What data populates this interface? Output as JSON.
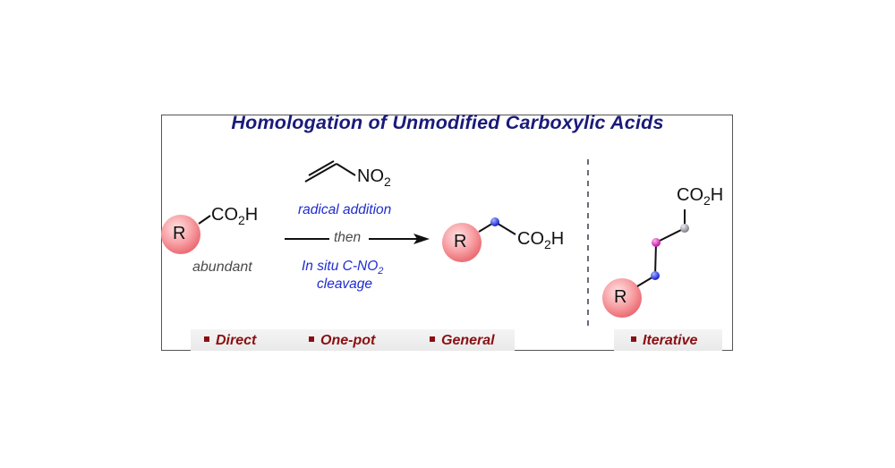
{
  "title": "Homologation of Unmodified Carboxylic Acids",
  "starting_material": {
    "r_label": "R",
    "group": "CO",
    "group_sub": "2",
    "group_end": "H",
    "caption": "abundant"
  },
  "reagent": {
    "formula": "NO",
    "formula_sub": "2"
  },
  "conditions": {
    "above": "radical addition",
    "middle": "then",
    "below_line1": "In situ C-NO",
    "below_line1_sub": "2",
    "below_line2": "cleavage"
  },
  "product": {
    "r_label": "R",
    "group": "CO",
    "group_sub": "2",
    "group_end": "H"
  },
  "iterative_product": {
    "r_label": "R",
    "group": "CO",
    "group_sub": "2",
    "group_end": "H"
  },
  "features": [
    "Direct",
    "One-pot",
    "General"
  ],
  "iterative_feature": "Iterative",
  "colors": {
    "title": "#1a1a7a",
    "conditions_text": "#1f2ccf",
    "feature_text": "#8a0f12",
    "r_sphere": "#f58a8f",
    "node_blue": "#1d2ee0",
    "node_magenta": "#d21eb0",
    "node_gray": "#9a9aa8"
  }
}
